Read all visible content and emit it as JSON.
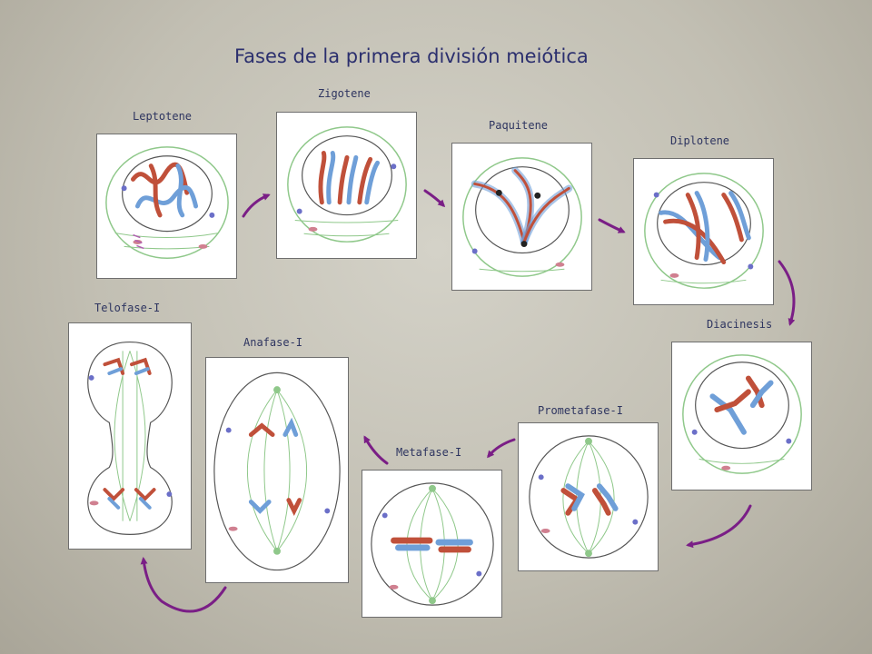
{
  "title": "Fases de la primera división meiótica",
  "phases": {
    "leptotene": "Leptotene",
    "zigotene": "Zigotene",
    "paquitene": "Paquitene",
    "diplotene": "Diplotene",
    "diacinesis": "Diacinesis",
    "prometafase": "Prometafase-I",
    "metafase": "Metafase-I",
    "anafase": "Anafase-I",
    "telofase": "Telofase-I"
  },
  "colors": {
    "chromosome_maternal": "#c0503a",
    "chromosome_paternal": "#6f9fd8",
    "spindle": "#8fc88a",
    "arrow": "#7a1e86",
    "title": "#2b2f6e"
  }
}
